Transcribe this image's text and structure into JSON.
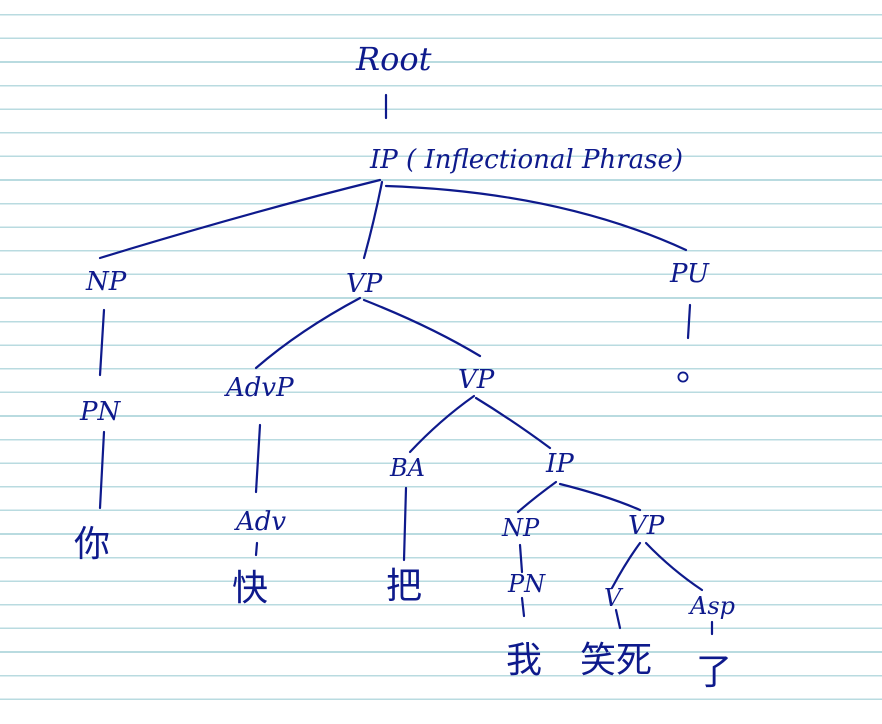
{
  "nodes": {
    "root": "Root",
    "ip": "IP ( Inflectional Phrase)",
    "np": "NP",
    "vp": "VP",
    "pu": "PU",
    "pu_word": "。",
    "pn": "PN",
    "pn_word": "你",
    "advp": "AdvP",
    "adv": "Adv",
    "adv_word": "快",
    "vp2": "VP",
    "ba": "BA",
    "ba_word": "把",
    "ip2": "IP",
    "np2": "NP",
    "pn2": "PN",
    "pn2_word": "我",
    "vp3": "VP",
    "v": "V",
    "v_word": "笑死",
    "asp": "Asp",
    "asp_word": "了"
  }
}
